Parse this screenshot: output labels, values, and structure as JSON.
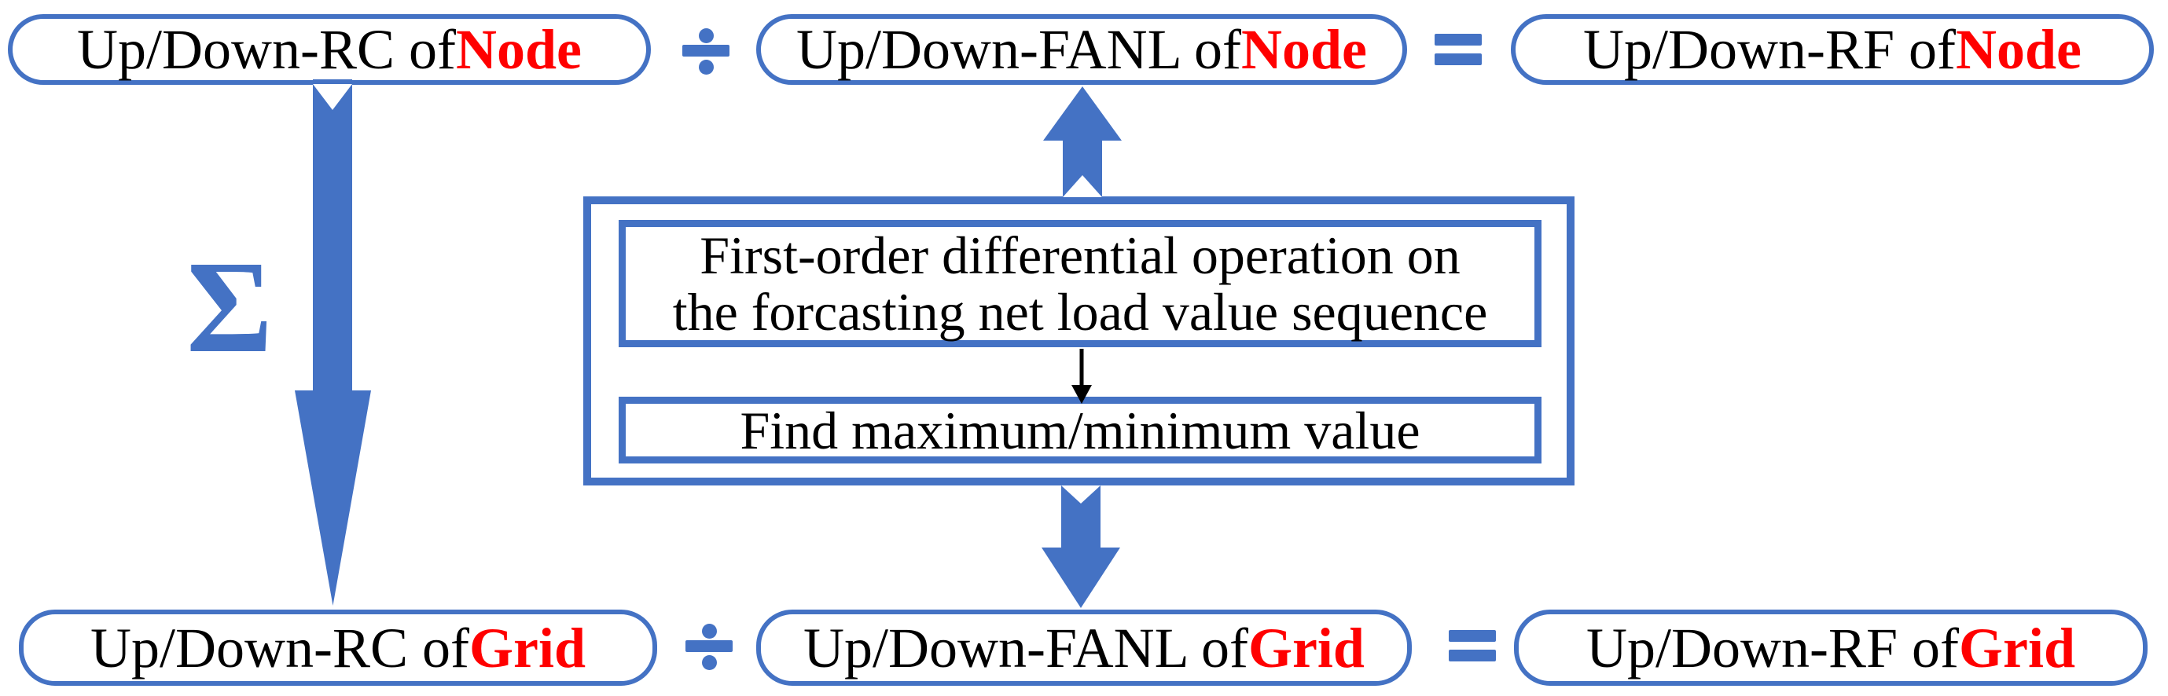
{
  "palette": {
    "accent_blue": "#4472C4",
    "highlight_red": "#FF0000",
    "text_black": "#000000",
    "background": "#FFFFFF"
  },
  "node_row": {
    "rc": {
      "prefix": "Up/Down-RC of ",
      "entity": "Node"
    },
    "fanl": {
      "prefix": "Up/Down-FANL of ",
      "entity": "Node"
    },
    "rf": {
      "prefix": "Up/Down-RF of ",
      "entity": "Node"
    }
  },
  "grid_row": {
    "rc": {
      "prefix": "Up/Down-RC of ",
      "entity": "Grid"
    },
    "fanl": {
      "prefix": "Up/Down-FANL of ",
      "entity": "Grid"
    },
    "rf": {
      "prefix": "Up/Down-RF of ",
      "entity": "Grid"
    }
  },
  "operators": {
    "divide": "÷",
    "equals": "=",
    "sum_sigma": "Σ"
  },
  "process_box": {
    "step1_line1": "First-order differential operation on",
    "step1_line2": "the forcasting net load value sequence",
    "step2": "Find maximum/minimum value"
  }
}
